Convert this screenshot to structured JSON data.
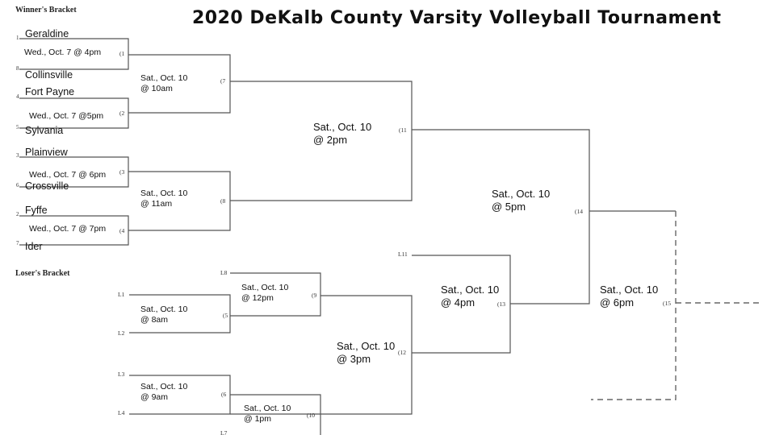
{
  "title": "2020 DeKalb County Varsity Volleyball Tournament",
  "winners_label": "Winner's Bracket",
  "losers_label": "Loser's Bracket",
  "teams": [
    {
      "seed": "1",
      "name": "Geraldine"
    },
    {
      "seed": "8",
      "name": "Collinsville"
    },
    {
      "seed": "4",
      "name": "Fort Payne"
    },
    {
      "seed": "5",
      "name": "Sylvania"
    },
    {
      "seed": "3",
      "name": "Plainview"
    },
    {
      "seed": "6",
      "name": "Crossville"
    },
    {
      "seed": "2",
      "name": "Fyffe"
    },
    {
      "seed": "7",
      "name": "Ider"
    }
  ],
  "games": [
    {
      "no": "(1",
      "when": "Wed., Oct. 7 @ 4pm"
    },
    {
      "no": "(2",
      "when": "Wed., Oct. 7 @5pm"
    },
    {
      "no": "(3",
      "when": "Wed., Oct. 7 @ 6pm"
    },
    {
      "no": "(4",
      "when": "Wed., Oct. 7 @ 7pm"
    },
    {
      "no": "(5",
      "date": "Sat., Oct. 10",
      "time": "@ 8am"
    },
    {
      "no": "(6",
      "date": "Sat., Oct. 10",
      "time": "@ 9am"
    },
    {
      "no": "(7",
      "date": "Sat., Oct. 10",
      "time": "@ 10am"
    },
    {
      "no": "(8",
      "date": "Sat., Oct. 10",
      "time": "@ 11am"
    },
    {
      "no": "(9",
      "date": "Sat., Oct. 10",
      "time": "@ 12pm"
    },
    {
      "no": "(10",
      "date": "Sat., Oct. 10",
      "time": "@ 1pm"
    },
    {
      "no": "(11",
      "date": "Sat., Oct. 10",
      "time": "@ 2pm"
    },
    {
      "no": "(12",
      "date": "Sat., Oct. 10",
      "time": "@ 3pm"
    },
    {
      "no": "(13",
      "date": "Sat., Oct. 10",
      "time": "@ 4pm"
    },
    {
      "no": "(14",
      "date": "Sat., Oct. 10",
      "time": "@ 5pm"
    },
    {
      "no": "(15",
      "date": "Sat., Oct. 10",
      "time": "@ 6pm"
    }
  ],
  "loser_slots": [
    "L1",
    "L2",
    "L3",
    "L4",
    "L8",
    "L11",
    "L7"
  ]
}
